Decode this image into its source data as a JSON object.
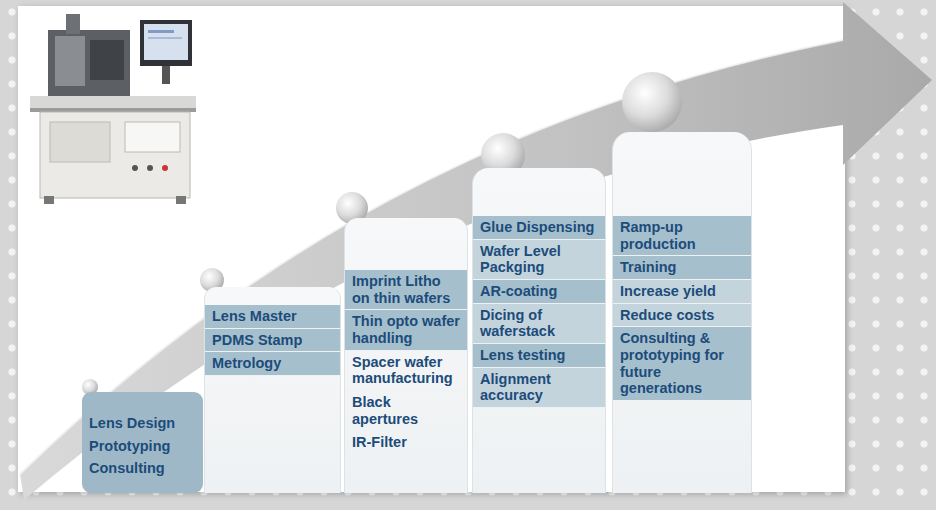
{
  "diagram": {
    "nodes": [
      {
        "text": [
          "Lens Design",
          "Prototyping",
          "Consulting"
        ]
      },
      {
        "text": [
          "Lens Master",
          "PDMS Stamp",
          "Metrology"
        ]
      },
      {
        "text": [
          "Imprint Litho on thin wafers",
          "Thin opto wafer handling",
          "Spacer wafer manufacturing",
          "Black apertures",
          "IR-Filter"
        ]
      },
      {
        "text": [
          "Glue Dispensing",
          "Wafer Level Packging",
          "AR-coating",
          "Dicing of waferstack",
          "Lens testing",
          "Alignment accuracy"
        ]
      },
      {
        "text": [
          "Ramp-up production",
          "Training",
          "Increase yield",
          "Reduce costs",
          "Consulting & prototyping for future generations"
        ]
      }
    ]
  }
}
